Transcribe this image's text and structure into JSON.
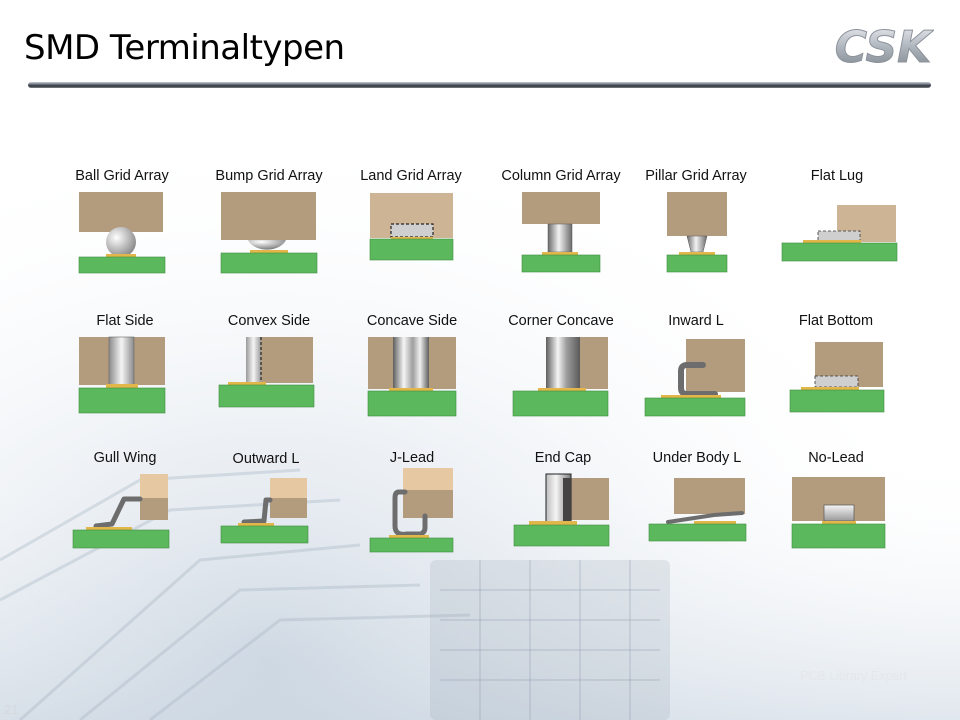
{
  "slide": {
    "title": "SMD Terminaltypen",
    "footer": "PCB Library Expert",
    "page_number": "21",
    "logo_text": "CSK"
  },
  "terminals": [
    {
      "label": "Ball Grid Array",
      "icon": "ball-grid-array-icon"
    },
    {
      "label": "Bump Grid Array",
      "icon": "bump-grid-array-icon"
    },
    {
      "label": "Land Grid Array",
      "icon": "land-grid-array-icon"
    },
    {
      "label": "Column Grid Array",
      "icon": "column-grid-array-icon"
    },
    {
      "label": "Pillar Grid Array",
      "icon": "pillar-grid-array-icon"
    },
    {
      "label": "Flat Lug",
      "icon": "flat-lug-icon"
    },
    {
      "label": "Flat Side",
      "icon": "flat-side-icon"
    },
    {
      "label": "Convex Side",
      "icon": "convex-side-icon"
    },
    {
      "label": "Concave Side",
      "icon": "concave-side-icon"
    },
    {
      "label": "Corner Concave",
      "icon": "corner-concave-icon"
    },
    {
      "label": "Inward L",
      "icon": "inward-l-icon"
    },
    {
      "label": "Flat Bottom",
      "icon": "flat-bottom-icon"
    },
    {
      "label": "Gull Wing",
      "icon": "gull-wing-icon"
    },
    {
      "label": "Outward L",
      "icon": "outward-l-icon"
    },
    {
      "label": "J-Lead",
      "icon": "j-lead-icon"
    },
    {
      "label": "End Cap",
      "icon": "end-cap-icon"
    },
    {
      "label": "Under Body L",
      "icon": "under-body-l-icon"
    },
    {
      "label": "No-Lead",
      "icon": "no-lead-icon"
    }
  ],
  "colors": {
    "pcb_green": "#5cb85c",
    "component_body": "#b39b7e",
    "component_body_light": "#e6c9a2",
    "solder_pad": "#e3b64a",
    "metal": "#c8c8c8",
    "lead_dark": "#6d6d6d"
  }
}
